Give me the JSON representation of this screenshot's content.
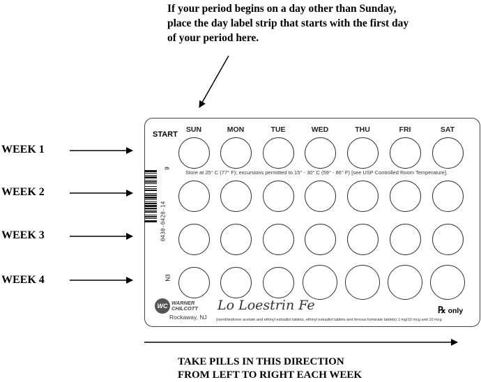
{
  "instruction_top": [
    "If your period begins on a day other than Sunday,",
    "place the day label strip that starts with the first day",
    "of your period here."
  ],
  "weeks": [
    "WEEK 1",
    "WEEK 2",
    "WEEK 3",
    "WEEK 4"
  ],
  "card": {
    "start_label": "START",
    "days": [
      "SUN",
      "MON",
      "TUE",
      "WED",
      "THU",
      "FRI",
      "SAT"
    ],
    "storage_text": "Store at 25° C (77° F); excursions permitted to 15° - 30° C (59° - 86° F) [see USP Controlled Room Temperature].",
    "barcode_digits": "0430-0420-14",
    "barcode_top": "9",
    "barcode_bottom": "N3",
    "manufacturer_logo": "WC",
    "manufacturer_name": "WARNER CHILCOTT",
    "manufacturer_city": "Rockaway, NJ",
    "brand_name": "Lo Loestrin Fe",
    "drug_description": "(norethindrone acetate and ethinyl estradiol tablets, ethinyl estradiol tablets and ferrous fumarate tablets) 1 mg/10 mcg and 10 mcg",
    "rx_symbol": "℞",
    "rx_text": " only"
  },
  "instruction_bottom": [
    "TAKE PILLS IN THIS DIRECTION",
    "FROM LEFT TO RIGHT EACH WEEK"
  ]
}
